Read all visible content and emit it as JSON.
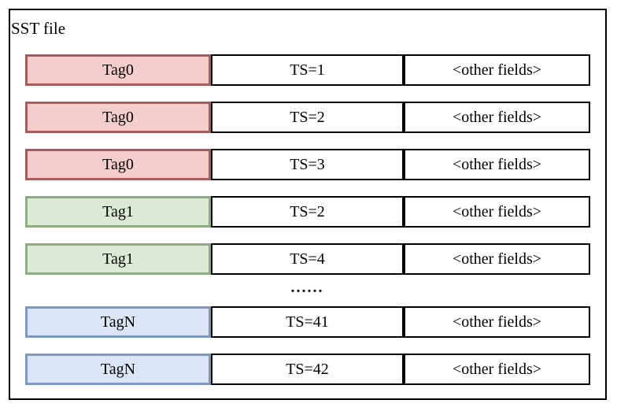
{
  "diagram": {
    "title": "SST file",
    "ellipsis": "......",
    "columns": [
      "tag",
      "timestamp",
      "other_fields"
    ],
    "rows": [
      {
        "tag": "Tag0",
        "ts": "TS=1",
        "other": "<other fields>",
        "color": "red"
      },
      {
        "tag": "Tag0",
        "ts": "TS=2",
        "other": "<other fields>",
        "color": "red"
      },
      {
        "tag": "Tag0",
        "ts": "TS=3",
        "other": "<other fields>",
        "color": "red"
      },
      {
        "tag": "Tag1",
        "ts": "TS=2",
        "other": "<other fields>",
        "color": "green"
      },
      {
        "tag": "Tag1",
        "ts": "TS=4",
        "other": "<other fields>",
        "color": "green"
      },
      {
        "tag": "TagN",
        "ts": "TS=41",
        "other": "<other fields>",
        "color": "blue"
      },
      {
        "tag": "TagN",
        "ts": "TS=42",
        "other": "<other fields>",
        "color": "blue"
      }
    ],
    "colors": {
      "red": {
        "fill": "#f5cdcd",
        "border": "#a85d5d"
      },
      "green": {
        "fill": "#dcead5",
        "border": "#8bad7f"
      },
      "blue": {
        "fill": "#dbe5f6",
        "border": "#7d99c2"
      },
      "cell_border": "#000000",
      "outer_border": "#000000"
    }
  }
}
